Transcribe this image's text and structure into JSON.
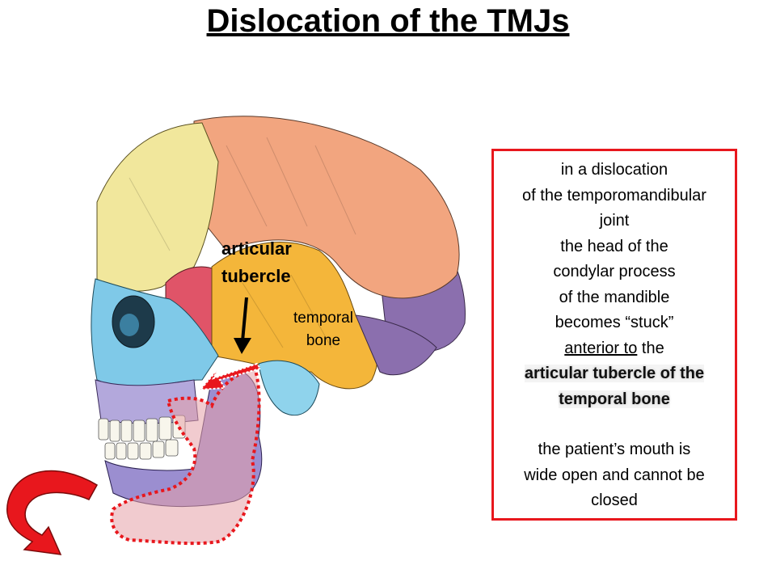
{
  "title": "Dislocation of the TMJs",
  "labels": {
    "articular_tubercle": "articular\ntubercle",
    "temporal_bone": "temporal\nbone"
  },
  "info": {
    "lines": [
      "in a dislocation",
      "of the temporomandibular",
      "joint",
      "the head of the",
      "condylar process",
      "of the mandible",
      "becomes “stuck”"
    ],
    "anterior_to": "anterior to",
    "the_word": " the",
    "highlight_1": "articular tubercle of the",
    "highlight_2": "temporal bone",
    "closing_1": "the patient’s mouth is",
    "closing_2": "wide open and cannot be",
    "closing_3": "closed"
  },
  "colors": {
    "accent_red": "#e8171d",
    "frontal": "#f1e79c",
    "parietal": "#f2a57f",
    "occipital": "#8b6fae",
    "temporal": "#f4b63a",
    "sphenoid": "#e05468",
    "maxilla_zygomatic": "#7fc9e8",
    "mandible": "#9b8ed0"
  }
}
